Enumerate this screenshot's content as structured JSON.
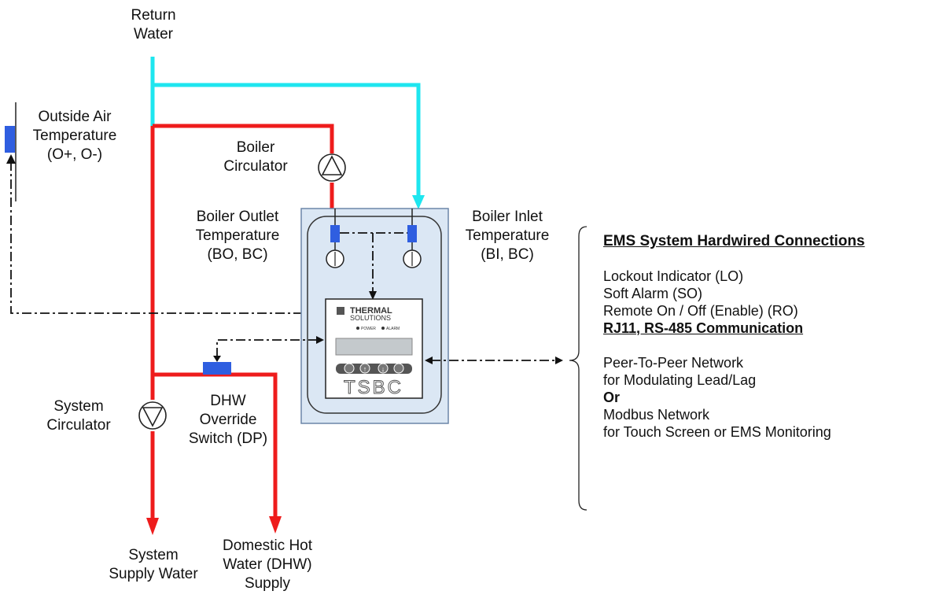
{
  "labels": {
    "return_water": [
      "Return",
      "Water"
    ],
    "outside_air": [
      "Outside Air",
      "Temperature",
      "(O+, O-)"
    ],
    "boiler_circulator": [
      "Boiler",
      "Circulator"
    ],
    "boiler_outlet": [
      "Boiler Outlet",
      "Temperature",
      "(BO, BC)"
    ],
    "boiler_inlet": [
      "Boiler Inlet",
      "Temperature",
      "(BI, BC)"
    ],
    "dhw_override": [
      "DHW",
      "Override",
      "Switch (DP)"
    ],
    "system_circulator": [
      "System",
      "Circulator"
    ],
    "system_supply": [
      "System",
      "Supply Water"
    ],
    "dhw_supply": [
      "Domestic Hot",
      "Water (DHW)",
      "Supply"
    ]
  },
  "controller": {
    "brand_line1": "THERMAL",
    "brand_line2": "SOLUTIONS",
    "power_label": "POWER",
    "alarm_label": "ALARM",
    "model": "TSBC"
  },
  "ems": {
    "heading": "EMS System Hardwired Connections",
    "hardwired": [
      "Lockout Indicator (LO)",
      "Soft Alarm (SO)",
      "Remote On / Off (Enable) (RO)"
    ],
    "comm_heading": "RJ11, RS-485 Communication",
    "network": [
      "Peer-To-Peer Network",
      "for Modulating Lead/Lag"
    ],
    "or": "Or",
    "modbus": [
      "Modbus Network",
      "for Touch Screen or EMS Monitoring"
    ]
  },
  "colors": {
    "supply_pipe": "#ee1c1c",
    "return_pipe": "#1ee6ef",
    "sensor": "#2f5ee0",
    "panel": "#dbe7f4",
    "signal_line": "#111111"
  }
}
